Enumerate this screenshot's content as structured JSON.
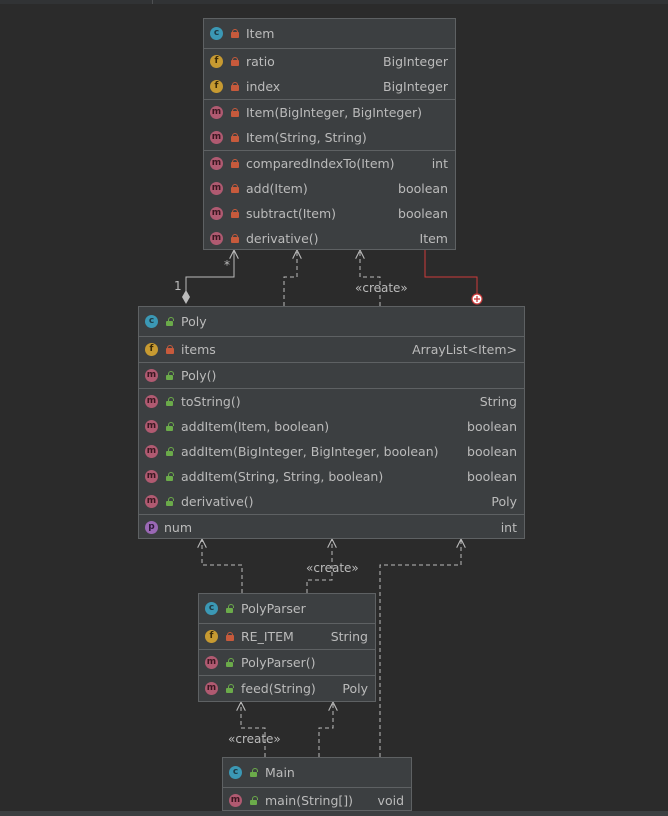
{
  "classes": {
    "item": {
      "name": "Item",
      "fields": [
        {
          "name": "ratio",
          "type": "BigInteger",
          "icon": "field-icon",
          "visibility": "private-lock-icon"
        },
        {
          "name": "index",
          "type": "BigInteger",
          "icon": "field-icon",
          "visibility": "private-lock-icon"
        }
      ],
      "constructors": [
        {
          "name": "Item(BigInteger, BigInteger)",
          "type": "",
          "icon": "method-icon",
          "visibility": "private-lock-icon"
        },
        {
          "name": "Item(String, String)",
          "type": "",
          "icon": "method-icon",
          "visibility": "private-lock-icon"
        }
      ],
      "methods": [
        {
          "name": "comparedIndexTo(Item)",
          "type": "int",
          "icon": "method-icon",
          "visibility": "private-lock-icon"
        },
        {
          "name": "add(Item)",
          "type": "boolean",
          "icon": "method-icon",
          "visibility": "private-lock-icon"
        },
        {
          "name": "subtract(Item)",
          "type": "boolean",
          "icon": "method-icon",
          "visibility": "private-lock-icon"
        },
        {
          "name": "derivative()",
          "type": "Item",
          "icon": "method-icon",
          "visibility": "private-lock-icon"
        }
      ]
    },
    "poly": {
      "name": "Poly",
      "fields": [
        {
          "name": "items",
          "type": "ArrayList<Item>",
          "icon": "field-icon",
          "visibility": "private-lock-icon"
        }
      ],
      "constructors": [
        {
          "name": "Poly()",
          "type": "",
          "icon": "method-icon",
          "visibility": "public-unlock-icon"
        }
      ],
      "methods": [
        {
          "name": "toString()",
          "type": "String",
          "icon": "method-icon",
          "visibility": "public-unlock-icon"
        },
        {
          "name": "addItem(Item, boolean)",
          "type": "boolean",
          "icon": "method-icon",
          "visibility": "public-unlock-icon"
        },
        {
          "name": "addItem(BigInteger, BigInteger, boolean)",
          "type": "boolean",
          "icon": "method-icon",
          "visibility": "public-unlock-icon"
        },
        {
          "name": "addItem(String, String, boolean)",
          "type": "boolean",
          "icon": "method-icon",
          "visibility": "public-unlock-icon"
        },
        {
          "name": "derivative()",
          "type": "Poly",
          "icon": "method-icon",
          "visibility": "public-unlock-icon"
        }
      ],
      "properties": [
        {
          "name": "num",
          "type": "int",
          "icon": "property-icon"
        }
      ]
    },
    "polyparser": {
      "name": "PolyParser",
      "fields": [
        {
          "name": "RE_ITEM",
          "type": "String",
          "icon": "static-field-icon",
          "visibility": "private-lock-icon"
        }
      ],
      "constructors": [
        {
          "name": "PolyParser()",
          "type": "",
          "icon": "method-icon",
          "visibility": "public-unlock-icon"
        }
      ],
      "methods": [
        {
          "name": "feed(String)",
          "type": "Poly",
          "icon": "method-icon",
          "visibility": "public-unlock-icon"
        }
      ]
    },
    "main": {
      "name": "Main",
      "methods": [
        {
          "name": "main(String[])",
          "type": "void",
          "icon": "static-method-icon",
          "visibility": "public-unlock-icon"
        }
      ]
    }
  },
  "edges": {
    "create_label": "«create»",
    "multiplicity_one": "1",
    "multiplicity_many": "*"
  },
  "colors": {
    "background": "#2b2b2b",
    "node": "#3c3f41",
    "border": "#5e6163",
    "text": "#bbbbbb",
    "class_icon": "#3b98b5",
    "field_icon": "#c79a31",
    "method_icon": "#b05a71",
    "property_icon": "#9a68b5",
    "private": "#c75a3c",
    "public": "#6bab4a",
    "inner_class_link": "#cc3b3b",
    "dependency": "#bbbbbb"
  }
}
